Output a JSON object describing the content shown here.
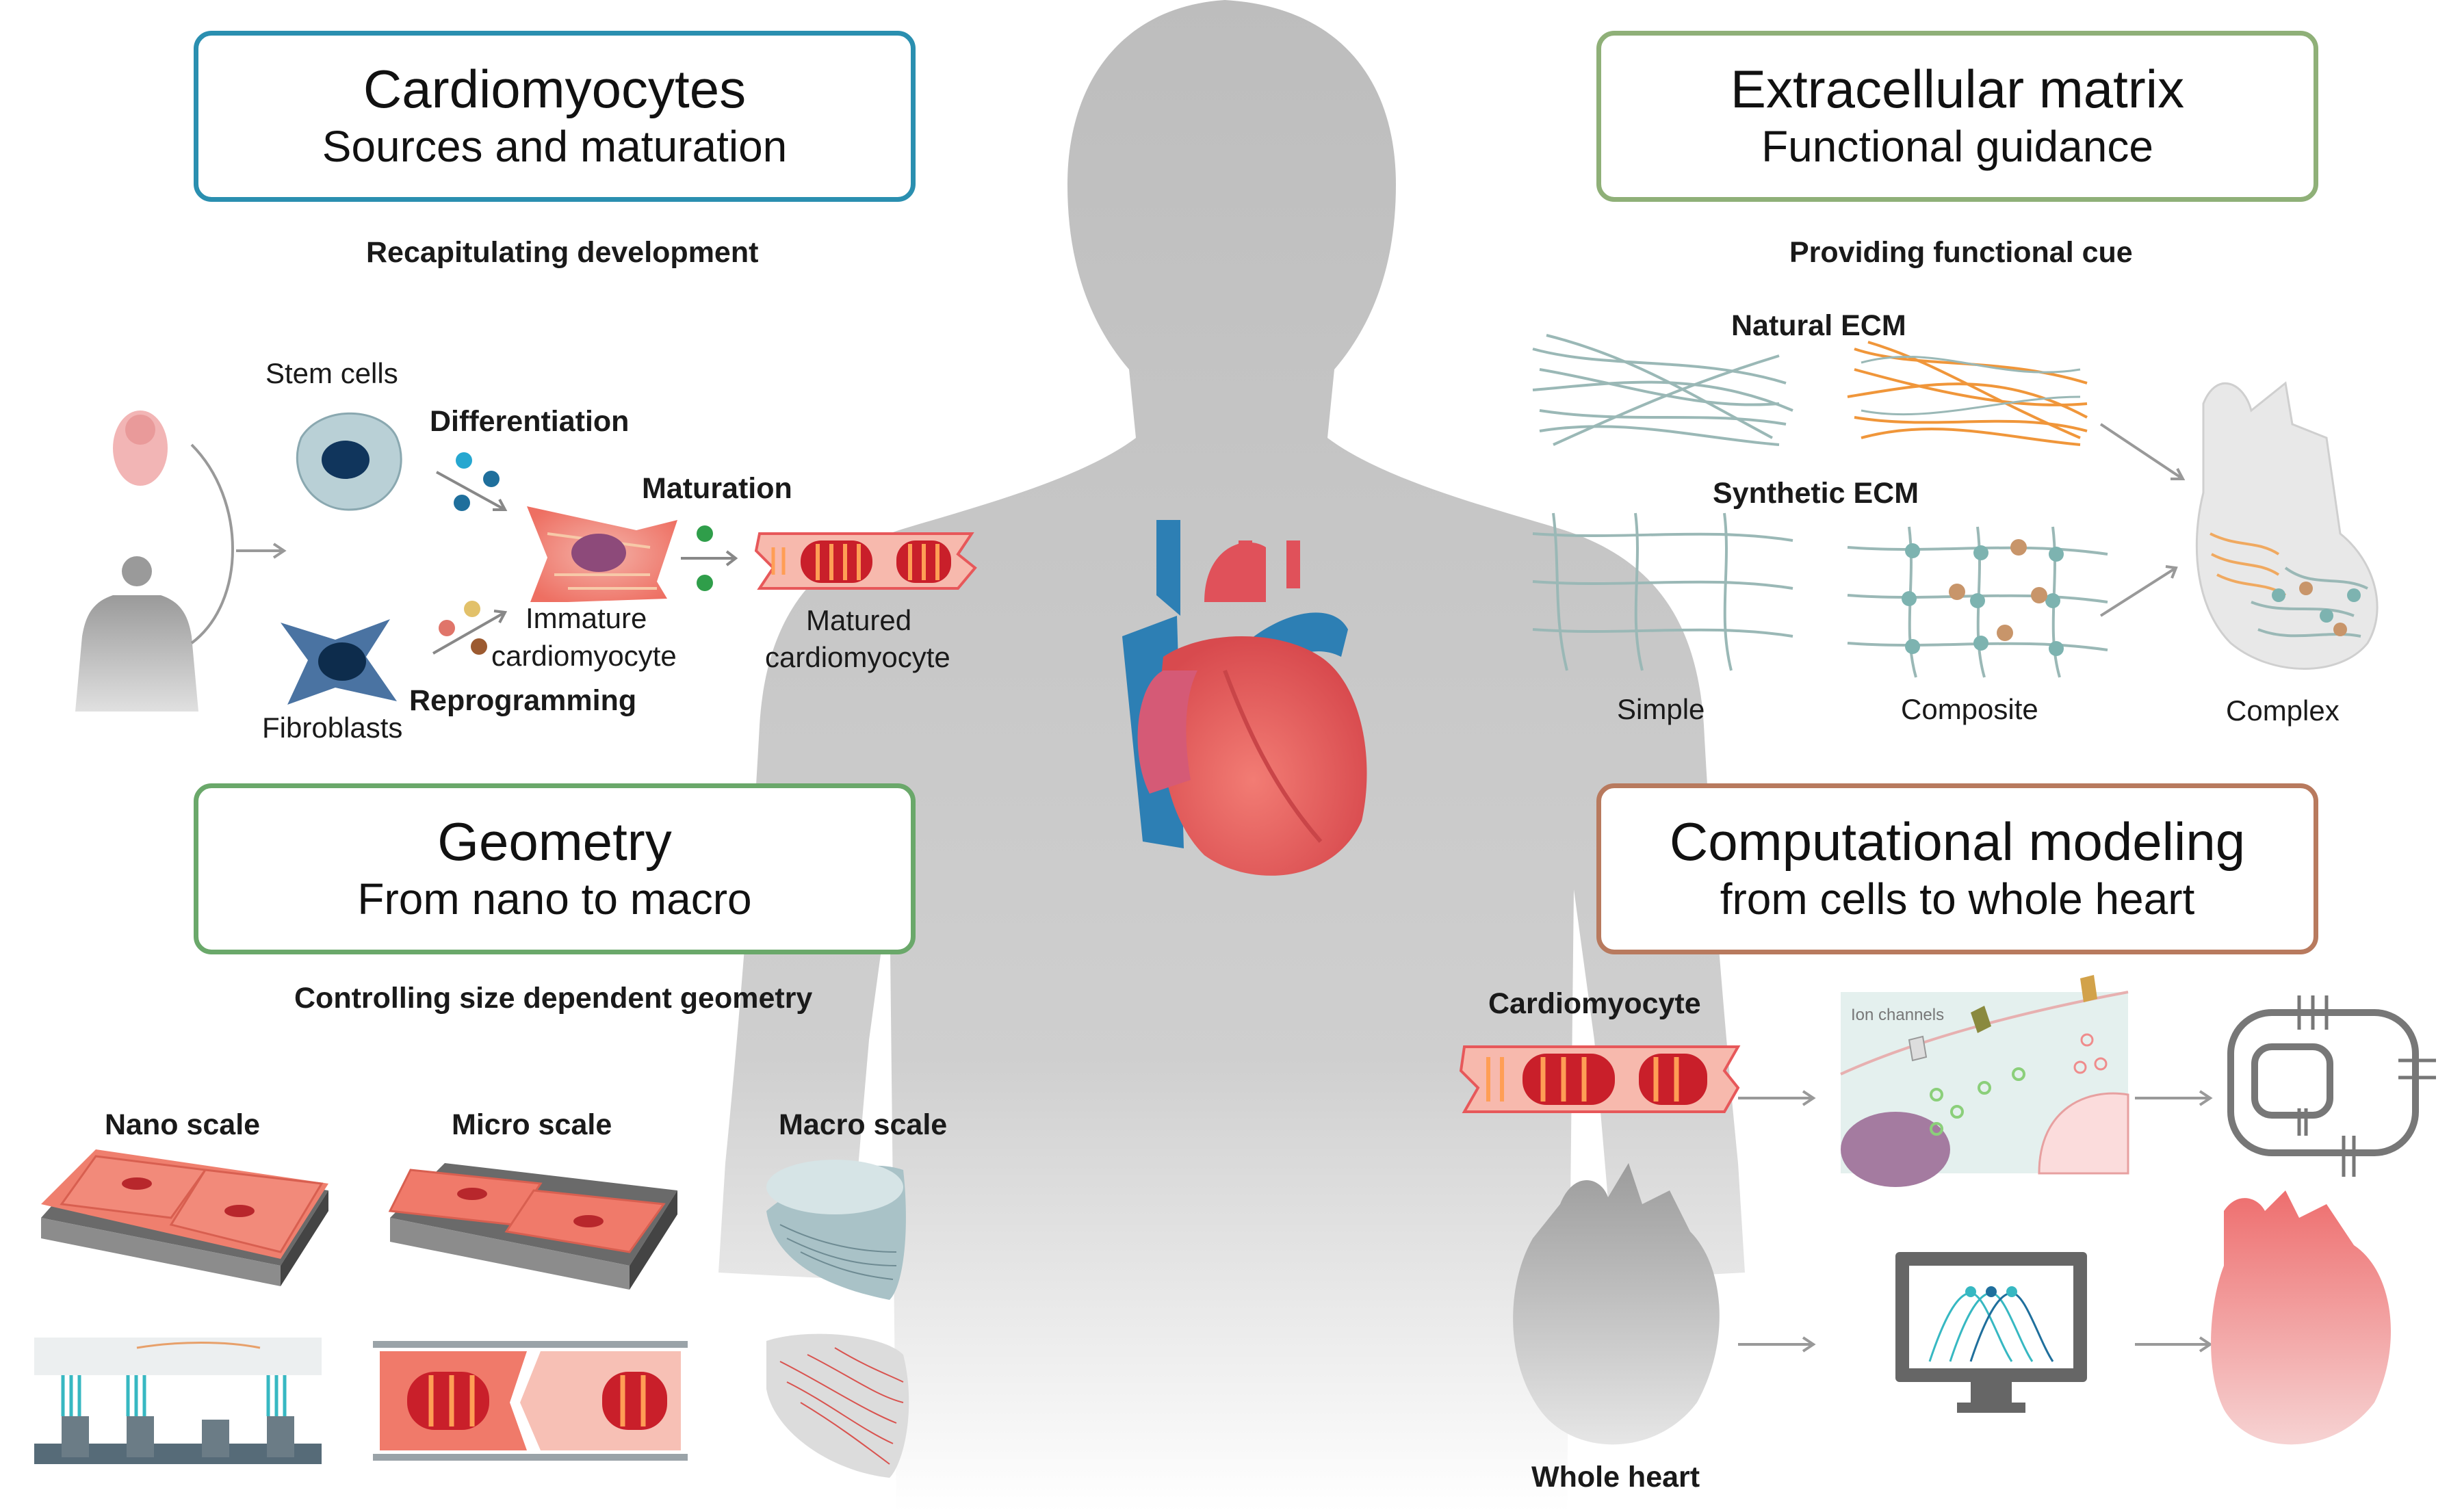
{
  "panels": {
    "cardiomyocytes": {
      "title": "Cardiomyocytes",
      "subtitle": "Sources and maturation",
      "heading": "Recapitulating development",
      "color": "#2a8fb0"
    },
    "ecm": {
      "title": "Extracellular matrix",
      "subtitle": "Functional guidance",
      "heading": "Providing functional cue",
      "color": "#8fb078"
    },
    "geometry": {
      "title": "Geometry",
      "subtitle": "From nano to macro",
      "heading": "Controlling size dependent geometry",
      "color": "#6aa86a"
    },
    "modeling": {
      "title": "Computational modeling",
      "subtitle": "from cells to whole heart",
      "color": "#b87a5e"
    }
  },
  "cardio_labels": {
    "stem_cells": "Stem cells",
    "differentiation": "Differentiation",
    "maturation": "Maturation",
    "immature_1": "Immature",
    "immature_2": "cardiomyocyte",
    "matured_1": "Matured",
    "matured_2": "cardiomyocyte",
    "reprogramming": "Reprogramming",
    "fibroblasts": "Fibroblasts"
  },
  "ecm_labels": {
    "natural": "Natural ECM",
    "synthetic": "Synthetic ECM",
    "simple": "Simple",
    "composite": "Composite",
    "complex": "Complex"
  },
  "geometry_labels": {
    "nano": "Nano scale",
    "micro": "Micro scale",
    "macro": "Macro scale"
  },
  "modeling_labels": {
    "cardiomyocyte": "Cardiomyocyte",
    "ion_channels": "Ion channels",
    "whole_heart": "Whole heart"
  },
  "colors": {
    "body": "#c8c8c8",
    "heart_red": "#e45a5a",
    "vessel_blue": "#2d7fb4",
    "cell_red": "#f07a6a"
  }
}
